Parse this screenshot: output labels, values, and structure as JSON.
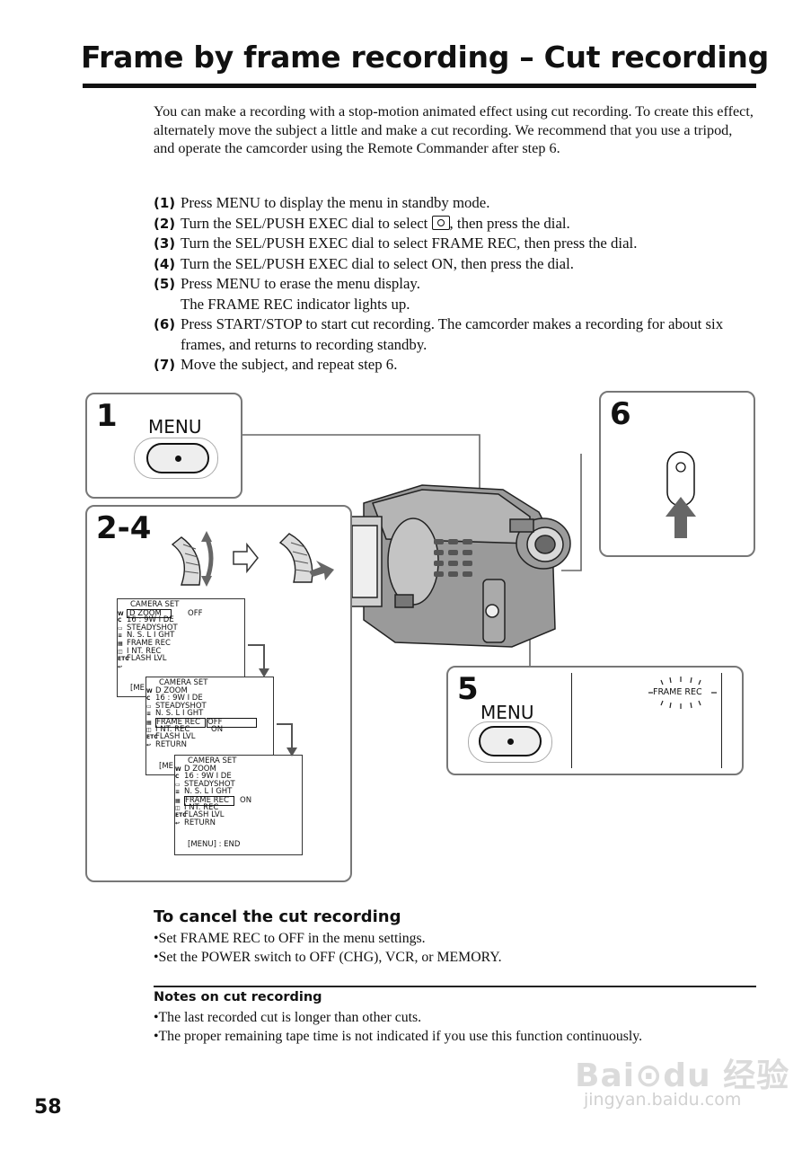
{
  "page": {
    "title": "Frame by frame recording – Cut recording",
    "intro": "You can make a recording with a stop-motion animated effect using cut recording. To create this effect, alternately move the subject a little and make a cut recording. We recommend that you use a tripod, and operate the camcorder using the Remote Commander after step 6.",
    "steps": [
      {
        "num": "(1)",
        "text": "Press MENU to display the menu in standby mode."
      },
      {
        "num": "(2)",
        "text_before": "Turn the SEL/PUSH EXEC dial to select ",
        "icon": "camera-set-icon",
        "text_after": ", then press the dial."
      },
      {
        "num": "(3)",
        "text": "Turn the SEL/PUSH EXEC dial to select FRAME REC, then press the dial."
      },
      {
        "num": "(4)",
        "text": "Turn the SEL/PUSH EXEC dial to select ON, then press the dial."
      },
      {
        "num": "(5)",
        "text": "Press MENU to erase the menu display.",
        "text2": "The FRAME REC indicator lights up."
      },
      {
        "num": "(6)",
        "text": "Press START/STOP to start cut recording. The camcorder makes a recording for about six frames, and returns to recording standby."
      },
      {
        "num": "(7)",
        "text": "Move the subject, and repeat step 6."
      }
    ],
    "page_number": "58"
  },
  "figure": {
    "panel1": {
      "num": "1",
      "button_label": "MENU"
    },
    "panel24": {
      "num": "2-4"
    },
    "panel5": {
      "num": "5",
      "button_label": "MENU",
      "indicator": "FRAME REC"
    },
    "panel6": {
      "num": "6"
    },
    "menu_screen_1": {
      "header": "CAMERA SET",
      "items": [
        "D ZOOM",
        "16 : 9W I DE",
        "STEADYSHOT",
        "N. S. L I GHT",
        "FRAME REC",
        "I NT. REC",
        "FLASH LVL"
      ],
      "value": "OFF",
      "footer": "[ME"
    },
    "menu_screen_2": {
      "header": "CAMERA SET",
      "items": [
        "D ZOOM",
        "16 : 9W I DE",
        "STEADYSHOT",
        "N. S. L I GHT",
        "FRAME REC",
        "I NT. REC",
        "FLASH LVL",
        "RETURN"
      ],
      "options": [
        "OFF",
        "ON"
      ],
      "footer": "[ME"
    },
    "menu_screen_3": {
      "header": "CAMERA SET",
      "items": [
        "D ZOOM",
        "16 : 9W I DE",
        "STEADYSHOT",
        "N. S. L I GHT",
        "FRAME REC",
        "I NT. REC",
        "FLASH LVL",
        "RETURN"
      ],
      "value": "ON",
      "footer": "[MENU] : END"
    },
    "icon_labels": [
      "W",
      "C",
      "",
      "≡",
      "",
      "",
      "ETC"
    ]
  },
  "cancel": {
    "heading": "To cancel the cut recording",
    "bullets": [
      "•Set FRAME REC to OFF in the menu settings.",
      "•Set the POWER switch to OFF (CHG), VCR, or MEMORY."
    ]
  },
  "notes": {
    "heading": "Notes on cut recording",
    "bullets": [
      "•The last recorded cut is longer than other cuts.",
      "•The proper remaining tape time is not indicated if you use this function continuously."
    ]
  },
  "watermark": {
    "logo": "Bai⊙du 经验",
    "url": "jingyan.baidu.com"
  }
}
